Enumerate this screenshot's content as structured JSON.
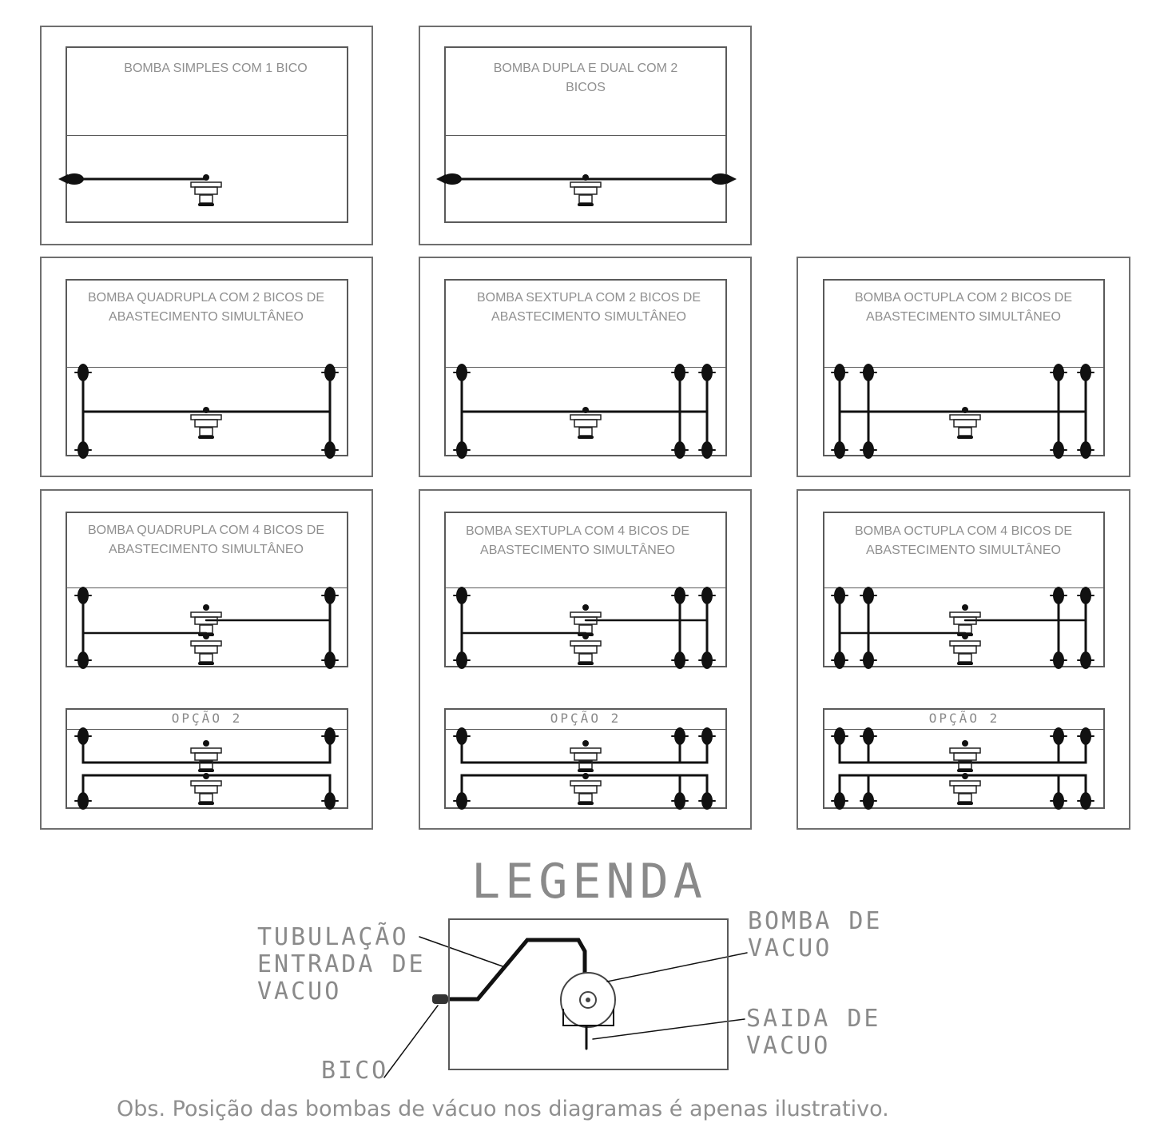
{
  "panels": {
    "p1": {
      "title": "BOMBA SIMPLES COM 1 BICO"
    },
    "p2": {
      "title": "BOMBA DUPLA E DUAL COM 2 BICOS"
    },
    "p3": {
      "title": "BOMBA QUADRUPLA COM 2 BICOS DE ABASTECIMENTO SIMULTÂNEO"
    },
    "p4": {
      "title": "BOMBA SEXTUPLA COM 2 BICOS DE ABASTECIMENTO SIMULTÂNEO"
    },
    "p5": {
      "title": "BOMBA OCTUPLA COM 2 BICOS DE ABASTECIMENTO SIMULTÂNEO"
    },
    "p6": {
      "title": "BOMBA QUADRUPLA COM 4 BICOS DE ABASTECIMENTO SIMULTÂNEO",
      "option_label": "OPÇÃO 2"
    },
    "p7": {
      "title": "BOMBA SEXTUPLA COM 4 BICOS DE ABASTECIMENTO SIMULTÂNEO",
      "option_label": "OPÇÃO 2"
    },
    "p8": {
      "title": "BOMBA OCTUPLA COM 4 BICOS DE ABASTECIMENTO SIMULTÂNEO",
      "option_label": "OPÇÃO 2"
    }
  },
  "legend": {
    "title": "LEGENDA",
    "tubulacao": "TUBULAÇÃO ENTRADA DE VACUO",
    "bomba_vacuo": "BOMBA DE VACUO",
    "saida_vacuo": "SAIDA DE VACUO",
    "bico": "BICO"
  },
  "note": "Obs. Posição das bombas de vácuo nos diagramas é apenas ilustrativo."
}
